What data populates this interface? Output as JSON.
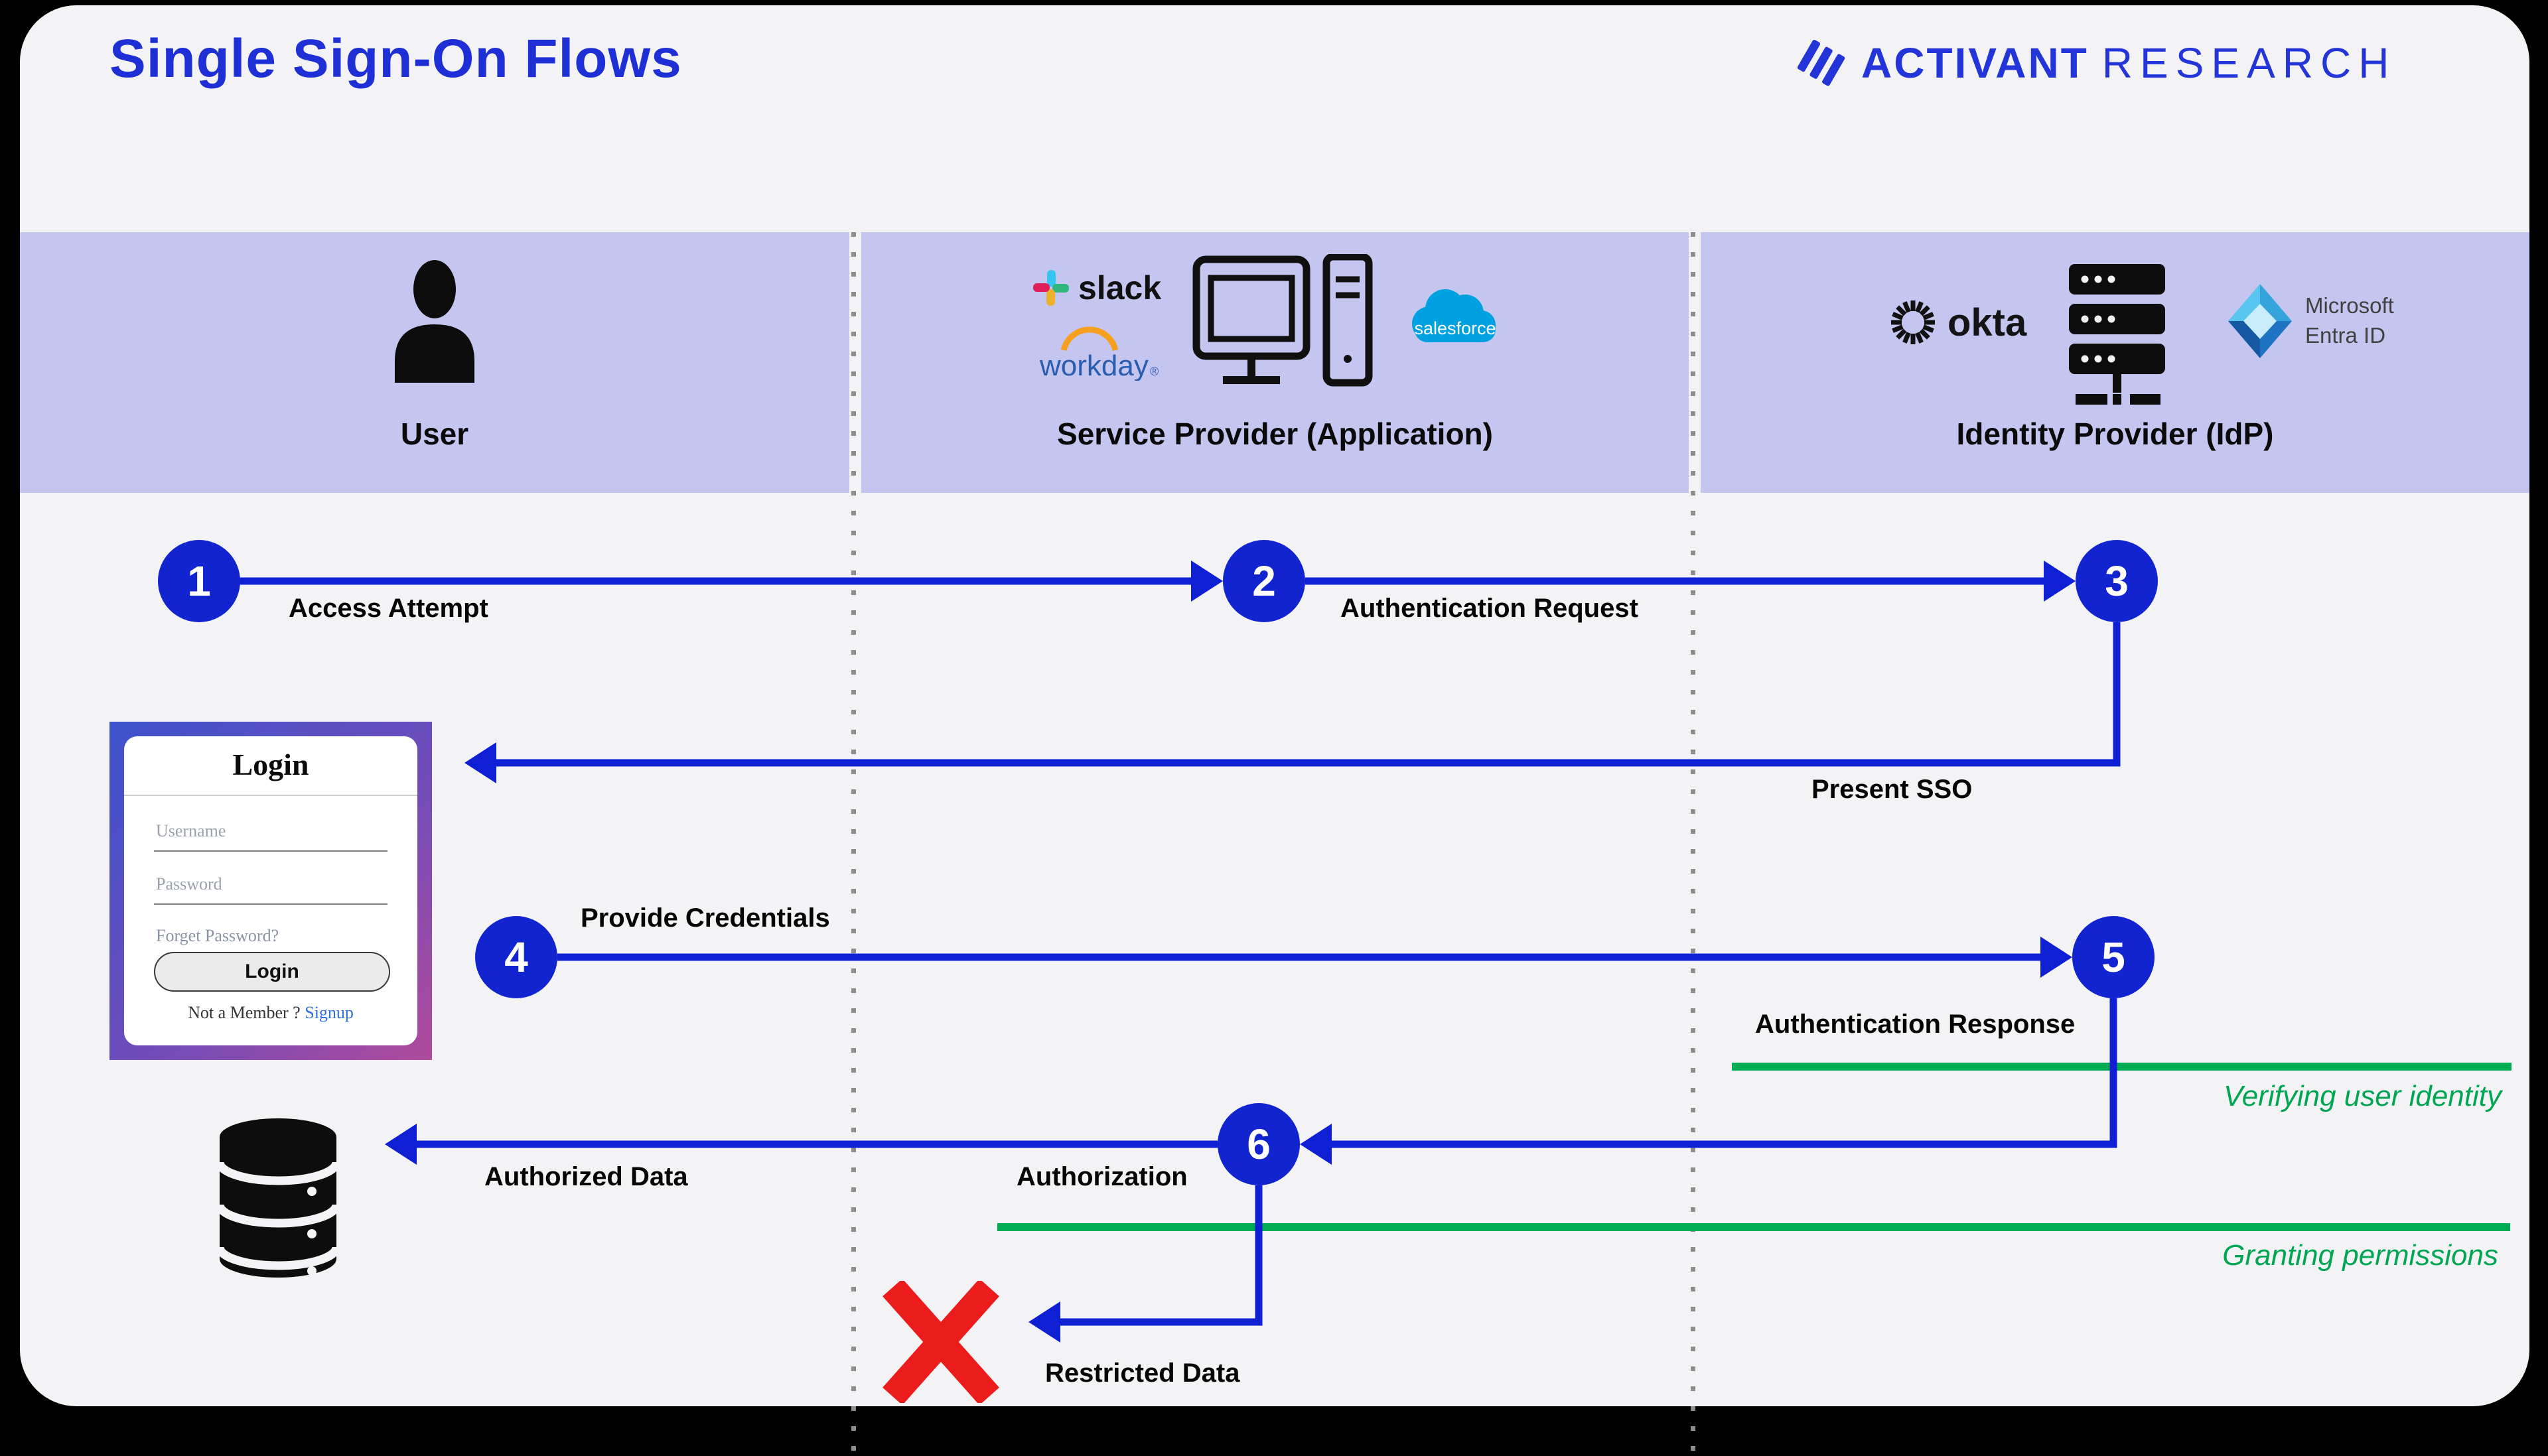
{
  "page": {
    "title": "Single Sign-On Flows"
  },
  "brand": {
    "name_bold": "ACTIVANT",
    "name_light": "RESEARCH"
  },
  "lanes": [
    {
      "label": "User"
    },
    {
      "label": "Service Provider (Application)"
    },
    {
      "label": "Identity Provider (IdP)"
    }
  ],
  "vendors": {
    "slack": "slack",
    "workday": "workday",
    "workday_mark": "®",
    "salesforce": "salesforce",
    "okta": "okta",
    "entra_line1": "Microsoft",
    "entra_line2": "Entra ID"
  },
  "steps": [
    {
      "number": "1",
      "label": "Access Attempt"
    },
    {
      "number": "2",
      "label": "Authentication Request"
    },
    {
      "number": "3",
      "label": "Present SSO"
    },
    {
      "number": "4",
      "label": "Provide Credentials"
    },
    {
      "number": "5",
      "label": "Authentication Response"
    },
    {
      "number": "6",
      "label": "Authorization"
    }
  ],
  "outcomes": {
    "authorized": "Authorized Data",
    "restricted": "Restricted Data"
  },
  "annotations": {
    "verify": "Verifying user identity",
    "grant": "Granting permissions"
  },
  "login_form": {
    "title": "Login",
    "username_placeholder": "Username",
    "password_placeholder": "Password",
    "forgot": "Forget Password?",
    "button": "Login",
    "footer_text": "Not a Member ?",
    "signup": "Signup"
  },
  "colors": {
    "accent_blue": "#0e1fd4",
    "title_blue": "#1e2fd6",
    "lane_purple": "#c5c6f0",
    "green": "#00ac53",
    "red": "#ec1c1c"
  }
}
